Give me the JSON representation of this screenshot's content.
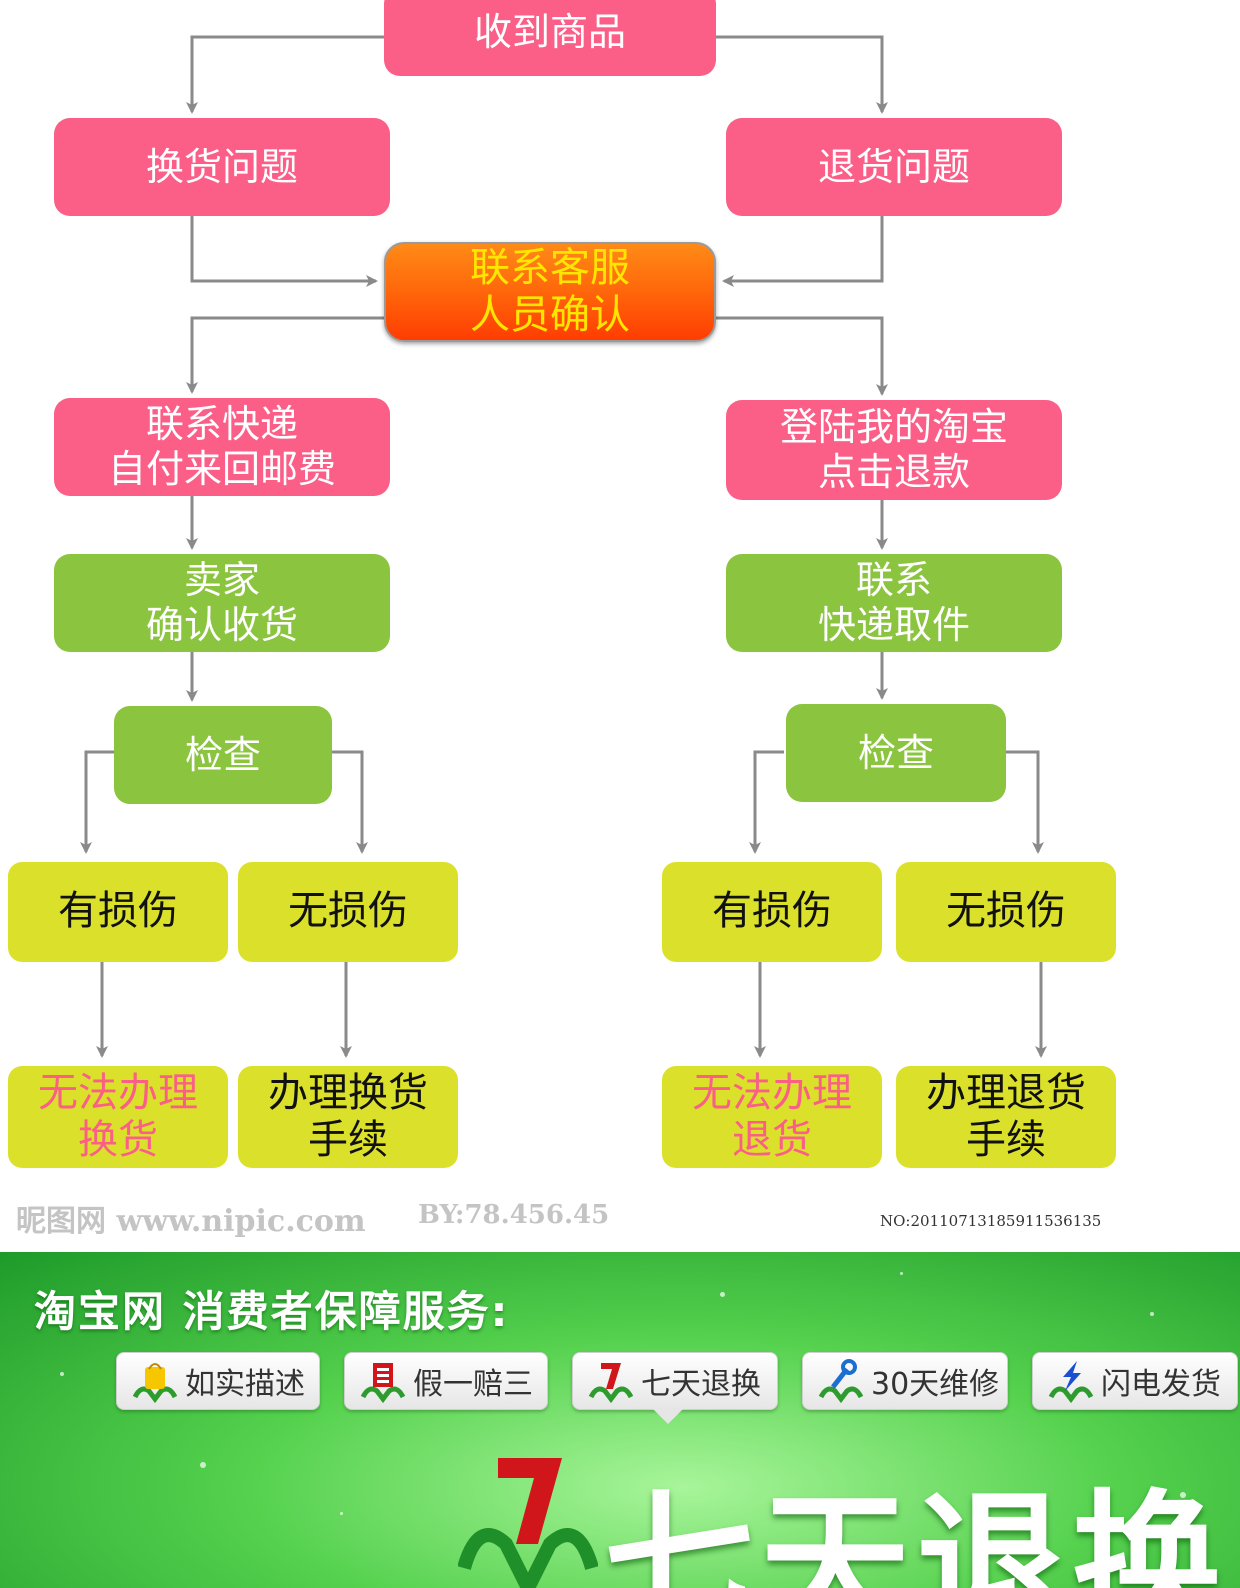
{
  "nodes": {
    "receive": "收到商品",
    "exchange_issue": "换货问题",
    "return_issue": "退货问题",
    "contact_cs_l1": "联系客服",
    "contact_cs_l2": "人员确认",
    "express_l1": "联系快递",
    "express_l2": "自付来回邮费",
    "login_l1": "登陆我的淘宝",
    "login_l2": "点击退款",
    "seller_l1": "卖家",
    "seller_l2": "确认收货",
    "pickup_l1": "联系",
    "pickup_l2": "快递取件",
    "check_left": "检查",
    "check_right": "检查",
    "damaged_left": "有损伤",
    "undamaged_left": "无损伤",
    "damaged_right": "有损伤",
    "undamaged_right": "无损伤",
    "no_exchange_l1": "无法办理",
    "no_exchange_l2": "换货",
    "do_exchange_l1": "办理换货",
    "do_exchange_l2": "手续",
    "no_return_l1": "无法办理",
    "no_return_l2": "退货",
    "do_return_l1": "办理退货",
    "do_return_l2": "手续"
  },
  "watermark": {
    "site": "昵图网 www.nipic.com",
    "by": "BY:78.456.45",
    "no": "NO:20110713185911536135"
  },
  "banner": {
    "title": "淘宝网 消费者保障服务:",
    "badges": [
      "如实描述",
      "假一赔三",
      "七天退换",
      "30天维修",
      "闪电发货"
    ],
    "big_text": "七天退换"
  },
  "colors": {
    "pink": "#fb5f88",
    "green": "#8bc43f",
    "yellow": "#dbe12a",
    "orange": "#ff6a0c",
    "arrow": "#8a8a8a"
  }
}
